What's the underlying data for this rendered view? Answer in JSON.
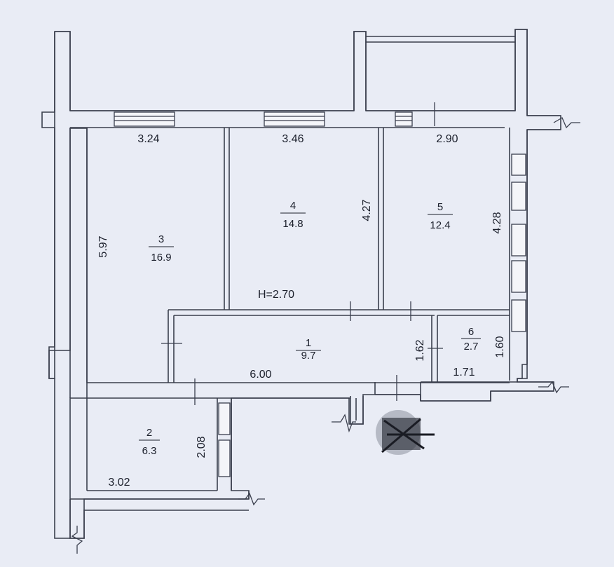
{
  "plan": {
    "ceiling_height": "H=2.70",
    "rooms": [
      {
        "id": "1",
        "number": "1",
        "area": "9.7"
      },
      {
        "id": "2",
        "number": "2",
        "area": "6.3"
      },
      {
        "id": "3",
        "number": "3",
        "area": "16.9"
      },
      {
        "id": "4",
        "number": "4",
        "area": "14.8"
      },
      {
        "id": "5",
        "number": "5",
        "area": "12.4"
      },
      {
        "id": "6",
        "number": "6",
        "area": "2.7"
      }
    ],
    "dimensions": {
      "room3_width": "3.24",
      "room4_width": "3.46",
      "room5_width": "2.90",
      "room3_length": "5.97",
      "room4_length": "4.27",
      "room5_length": "4.28",
      "hall_length": "6.00",
      "hall_width": "1.62",
      "room6_width": "1.71",
      "room6_length": "1.60",
      "room2_length": "2.08",
      "room2_width": "3.02"
    }
  },
  "colors": {
    "background": "#e9ecf5",
    "wall_fill": "#f3f4f8",
    "line": "#3a3f4d",
    "text": "#1b1f2b"
  }
}
